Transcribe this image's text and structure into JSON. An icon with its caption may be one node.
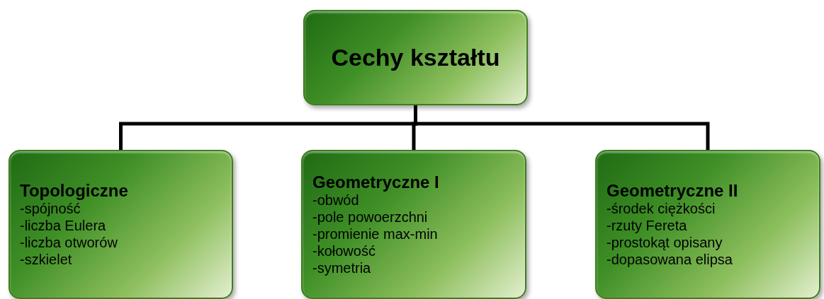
{
  "diagram": {
    "nodes": [
      {
        "text": [
          "Cechy kształtu"
        ]
      },
      {
        "text": [
          "Topologiczne",
          "-spójność",
          "-liczba Eulera",
          "-liczba otworów",
          "-szkielet"
        ]
      },
      {
        "text": [
          "Geometryczne I",
          "-obwód",
          "-pole powoerzchni",
          "-promienie max-min",
          "-kołowość",
          "-symetria"
        ]
      },
      {
        "text": [
          "Geometryczne II",
          "-środek ciężkości",
          "-rzuty Fereta",
          "-prostokąt opisany",
          "-dopasowana elipsa"
        ]
      }
    ],
    "edges": [
      {
        "from": 0,
        "to": 1,
        "arrow": "none"
      },
      {
        "from": 0,
        "to": 2,
        "arrow": "none"
      },
      {
        "from": 0,
        "to": 3,
        "arrow": "none"
      }
    ]
  }
}
